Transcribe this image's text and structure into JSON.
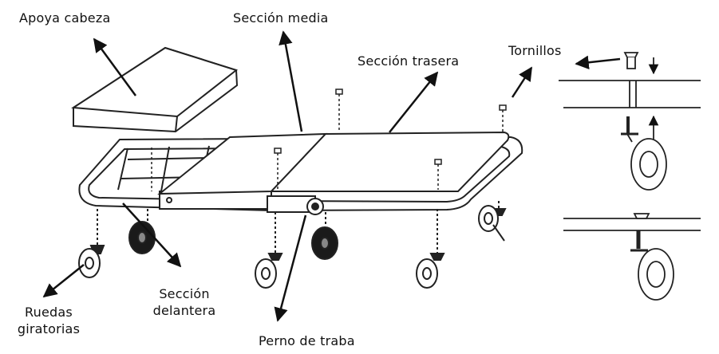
{
  "labels": {
    "headrest": "Apoya cabeza",
    "middle_section": "Sección media",
    "rear_section": "Sección trasera",
    "screws": "Tornillos",
    "caster_line1": "Ruedas",
    "caster_line2": "giratorias",
    "front_line1": "Sección",
    "front_line2": "delantera",
    "lock_pin": "Perno de traba"
  },
  "colors": {
    "ink": "#111111",
    "line": "#222222",
    "wheel_fill": "#1a1a1a",
    "paper": "#ffffff"
  }
}
